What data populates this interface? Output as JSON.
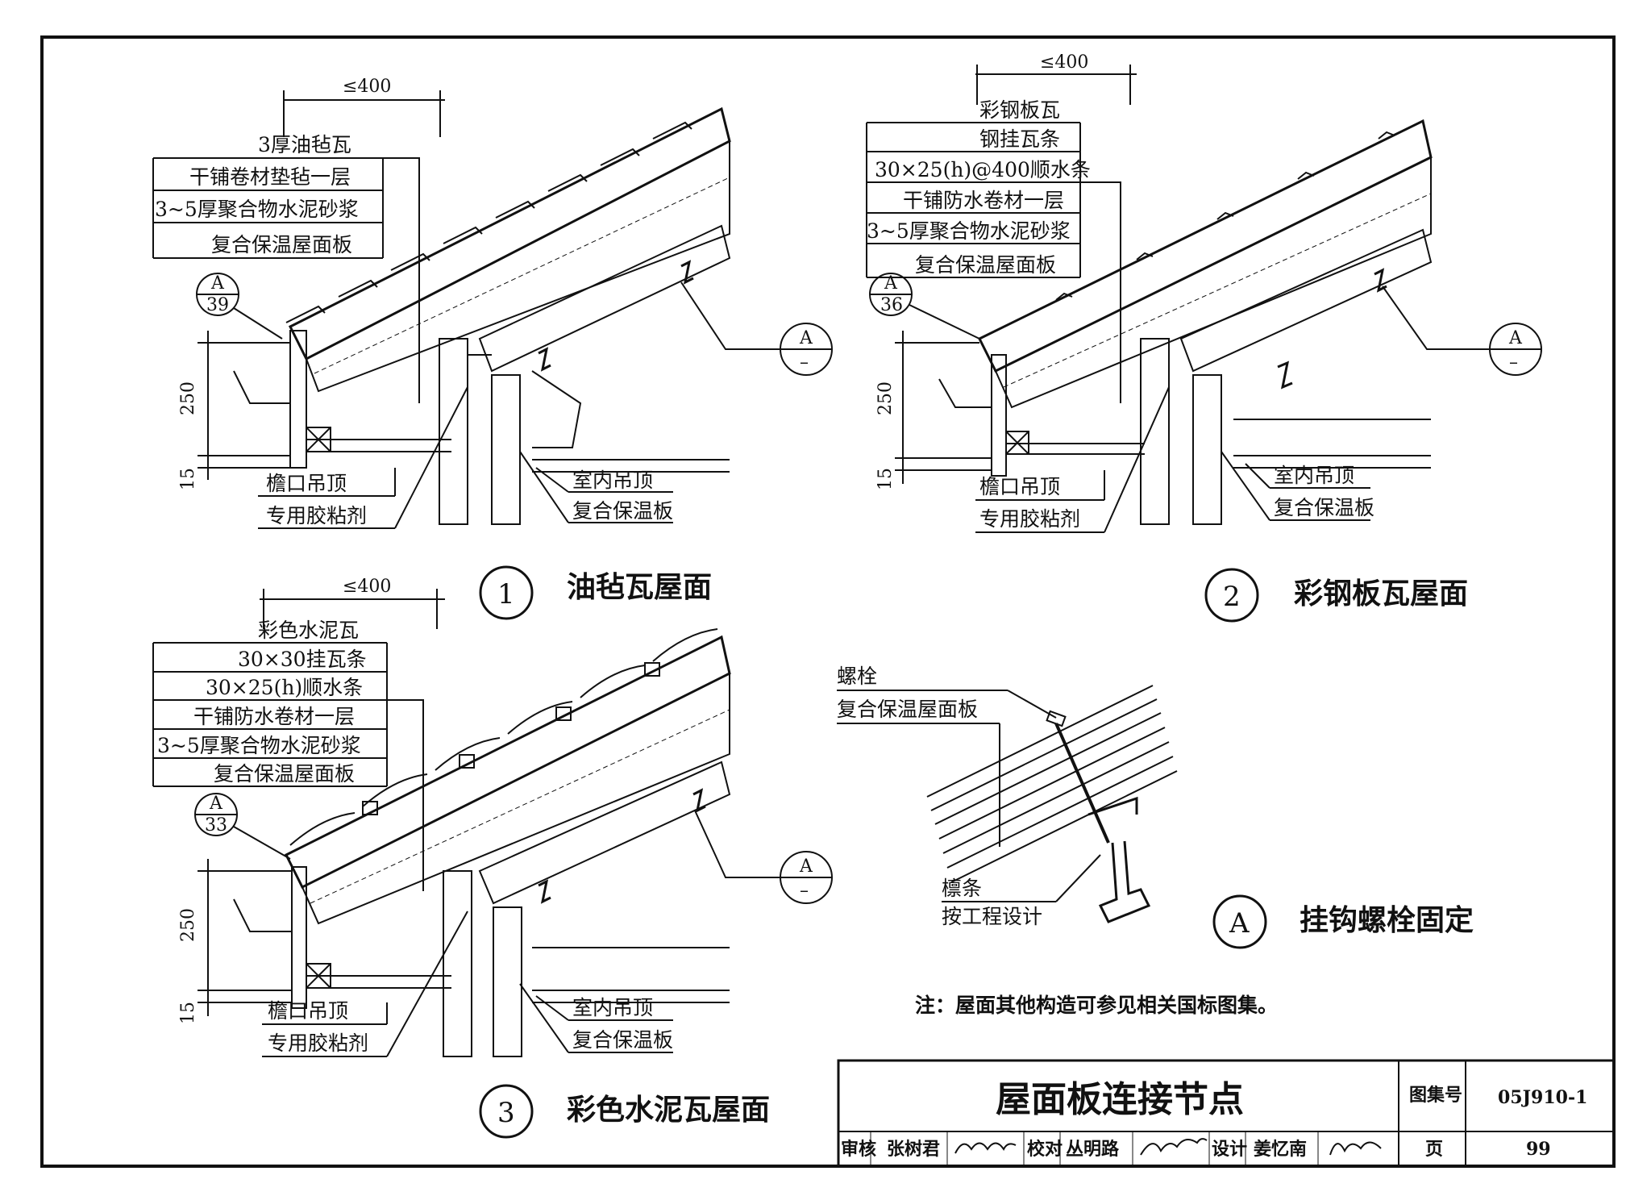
{
  "detail1": {
    "number": "1",
    "caption": "油毡瓦屋面",
    "dim_top": "≤400",
    "dim_250": "250",
    "dim_15": "15",
    "ref": {
      "top": "A",
      "bottom": "39"
    },
    "ref_right": {
      "top": "A",
      "bottom": "–"
    },
    "layers": [
      "3厚油毡瓦",
      "干铺卷材垫毡一层",
      "3~5厚聚合物水泥砂浆",
      "复合保温屋面板"
    ],
    "bottom_left": [
      "檐口吊顶",
      "专用胶粘剂"
    ],
    "bottom_right": [
      "室内吊顶",
      "复合保温板"
    ]
  },
  "detail2": {
    "number": "2",
    "caption": "彩钢板瓦屋面",
    "dim_top": "≤400",
    "dim_250": "250",
    "dim_15": "15",
    "ref": {
      "top": "A",
      "bottom": "36"
    },
    "ref_right": {
      "top": "A",
      "bottom": "–"
    },
    "layers": [
      "彩钢板瓦",
      "钢挂瓦条",
      "30×25(h)@400顺水条",
      "干铺防水卷材一层",
      "3~5厚聚合物水泥砂浆",
      "复合保温屋面板"
    ],
    "bottom_left": [
      "檐口吊顶",
      "专用胶粘剂"
    ],
    "bottom_right": [
      "室内吊顶",
      "复合保温板"
    ]
  },
  "detail3": {
    "number": "3",
    "caption": "彩色水泥瓦屋面",
    "dim_top": "≤400",
    "dim_250": "250",
    "dim_15": "15",
    "ref": {
      "top": "A",
      "bottom": "33"
    },
    "ref_right": {
      "top": "A",
      "bottom": "–"
    },
    "layers": [
      "彩色水泥瓦",
      "30×30挂瓦条",
      "30×25(h)顺水条",
      "干铺防水卷材一层",
      "3~5厚聚合物水泥砂浆",
      "复合保温屋面板"
    ],
    "bottom_left": [
      "檐口吊顶",
      "专用胶粘剂"
    ],
    "bottom_right": [
      "室内吊顶",
      "复合保温板"
    ]
  },
  "detailA": {
    "letter": "A",
    "caption": "挂钩螺栓固定",
    "labels": [
      "螺栓",
      "复合保温屋面板",
      "檩条",
      "按工程设计"
    ]
  },
  "note": "注：屋面其他构造可参见相关国标图集。",
  "title_block": {
    "title": "屋面板连接节点",
    "atlas_label": "图集号",
    "atlas_no": "05J910-1",
    "review_label": "审核",
    "reviewer": "张树君",
    "check_label": "校对",
    "checker": "丛明路",
    "design_label": "设计",
    "designer": "姜忆南",
    "page_label": "页",
    "page_no": "99"
  }
}
